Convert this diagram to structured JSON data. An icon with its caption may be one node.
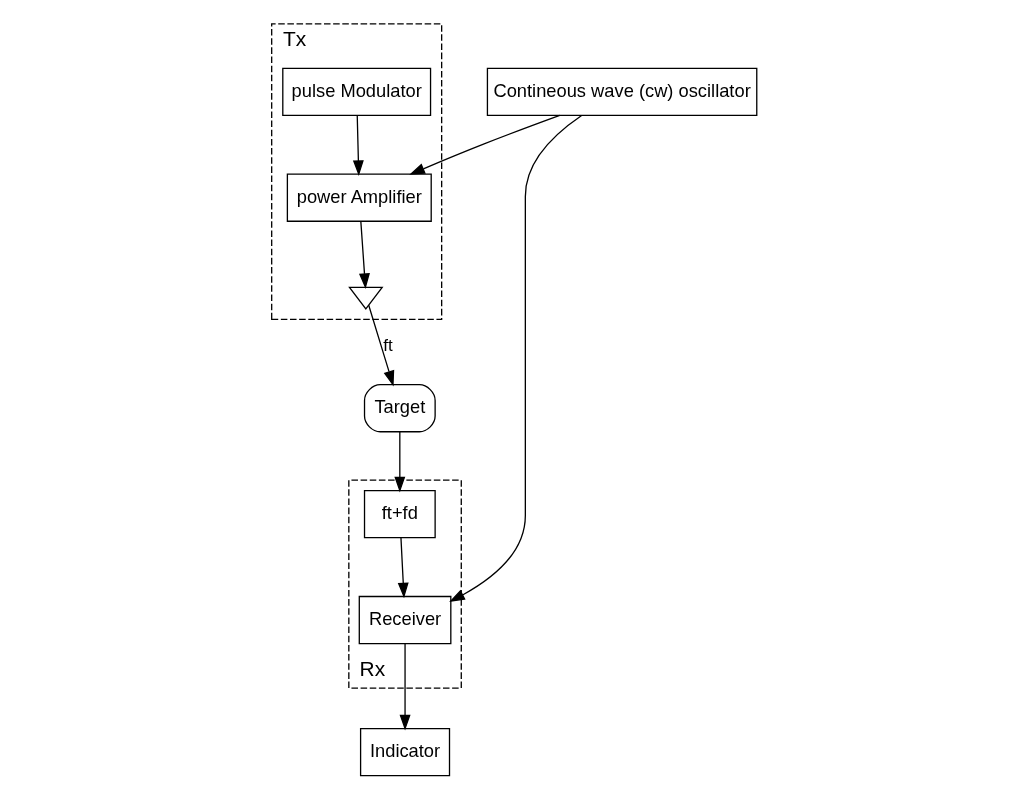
{
  "diagram": {
    "nodes": [
      {
        "text": [
          "Tx"
        ]
      },
      {
        "text": [
          "pulse Modulator"
        ],
        "in": 0
      },
      {
        "text": [
          "power Amplifier"
        ],
        "in": 0
      },
      {
        "text": [],
        "shape": "arc",
        "in": 0
      },
      {
        "text": [
          "Target"
        ]
      },
      {
        "text": [
          "Contineous wave (cw) oscillator"
        ]
      },
      {
        "text": [
          "Rx"
        ]
      },
      {
        "text": [
          "ft+fd"
        ],
        "in": 6
      },
      {
        "text": [
          "Receiver"
        ],
        "in": 6
      },
      {
        "text": [
          "Indicator"
        ]
      }
    ],
    "edges": [
      {
        "from": 1,
        "to": 2,
        "arrow": "to"
      },
      {
        "from": 2,
        "to": 3,
        "arrow": "to"
      },
      {
        "from": 3,
        "to": 4,
        "arrow": "to",
        "label": "ft"
      },
      {
        "from": 5,
        "to": 2,
        "arrow": "to"
      },
      {
        "from": 5,
        "to": 8,
        "arrow": "to"
      },
      {
        "from": 4,
        "to": 7,
        "arrow": "to"
      },
      {
        "from": 7,
        "to": 8,
        "arrow": "to"
      },
      {
        "from": 8,
        "to": 9,
        "arrow": "to"
      }
    ]
  }
}
